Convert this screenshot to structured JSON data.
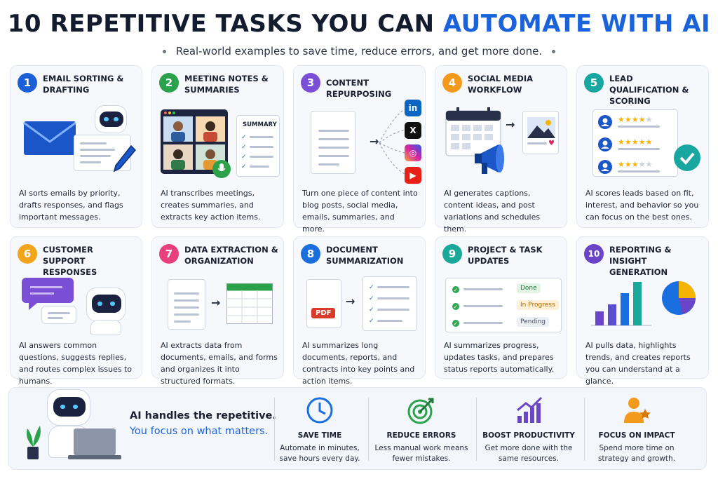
{
  "header": {
    "title_main": "10 REPETITIVE TASKS YOU CAN ",
    "title_accent": "AUTOMATE WITH AI",
    "subtitle": "Real-world examples to save time, reduce errors, and get more done."
  },
  "colors": {
    "accent": "#1a63db",
    "n1": "#1a5fd8",
    "n2": "#2aa14a",
    "n3": "#7a4fd6",
    "n4": "#f39a1c",
    "n5": "#18a6a0",
    "n6": "#f2a51b",
    "n7": "#e8407a",
    "n8": "#1a6fe0",
    "n9": "#19a89a",
    "n10": "#6a45c8"
  },
  "cards": [
    {
      "num": "1",
      "title": "Email Sorting & Drafting",
      "desc": "AI sorts emails by priority, drafts responses, and flags important messages.",
      "icons": [
        "envelope-icon",
        "robot-icon",
        "pencil-icon"
      ]
    },
    {
      "num": "2",
      "title": "Meeting Notes & Summaries",
      "desc": "AI transcribes meetings, creates summaries, and extracts key action items.",
      "summary_label": "SUMMARY",
      "icons": [
        "video-call-icon",
        "microphone-icon"
      ]
    },
    {
      "num": "3",
      "title": "Content Repurposing",
      "desc": "Turn one piece of content into blog posts, social media, emails, summaries, and more.",
      "social": [
        "in",
        "X",
        "◎",
        "▶"
      ]
    },
    {
      "num": "4",
      "title": "Social Media Workflow",
      "desc": "AI generates captions, content ideas, and post variations and schedules them.",
      "icons": [
        "calendar-icon",
        "megaphone-icon",
        "image-post-icon"
      ]
    },
    {
      "num": "5",
      "title": "Lead Qualification & Scoring",
      "desc": "AI scores leads based on fit, interest, and behavior so you can focus on the best ones.",
      "icons": [
        "user-icon",
        "star-icon",
        "checkmark-icon"
      ]
    },
    {
      "num": "6",
      "title": "Customer Support Responses",
      "desc": "AI answers common questions, suggests replies, and routes complex issues to humans.",
      "icons": [
        "chat-bubble-icon",
        "robot-headset-icon"
      ]
    },
    {
      "num": "7",
      "title": "Data Extraction & Organization",
      "desc": "AI extracts data from documents, emails, and forms and organizes it into structured formats.",
      "icons": [
        "document-icon",
        "spreadsheet-icon"
      ]
    },
    {
      "num": "8",
      "title": "Document Summarization",
      "desc": "AI summarizes long documents, reports, and contracts into key points and action items.",
      "pdf_label": "PDF",
      "icons": [
        "pdf-icon",
        "checklist-icon"
      ]
    },
    {
      "num": "9",
      "title": "Project & Task Updates",
      "desc": "AI summarizes progress, updates tasks, and prepares status reports automatically.",
      "statuses": [
        "Done",
        "In Progress",
        "Pending"
      ]
    },
    {
      "num": "10",
      "title": "Reporting & Insight Generation",
      "desc": "AI pulls data, highlights trends, and creates reports you can understand at a glance.",
      "icons": [
        "bar-chart-icon",
        "pie-chart-icon"
      ]
    }
  ],
  "footer": {
    "headline": "AI handles the repetitive.",
    "tagline": "You focus on what matters.",
    "benefits": [
      {
        "title": "SAVE TIME",
        "desc1": "Automate in minutes,",
        "desc2": "save hours every day.",
        "icon": "clock-icon"
      },
      {
        "title": "REDUCE ERRORS",
        "desc1": "Less manual work means",
        "desc2": "fewer mistakes.",
        "icon": "target-icon"
      },
      {
        "title": "BOOST PRODUCTIVITY",
        "desc1": "Get more done with the",
        "desc2": "same resources.",
        "icon": "growth-chart-icon"
      },
      {
        "title": "FOCUS ON IMPACT",
        "desc1": "Spend more time on",
        "desc2": "strategy and growth.",
        "icon": "person-star-icon"
      }
    ]
  }
}
